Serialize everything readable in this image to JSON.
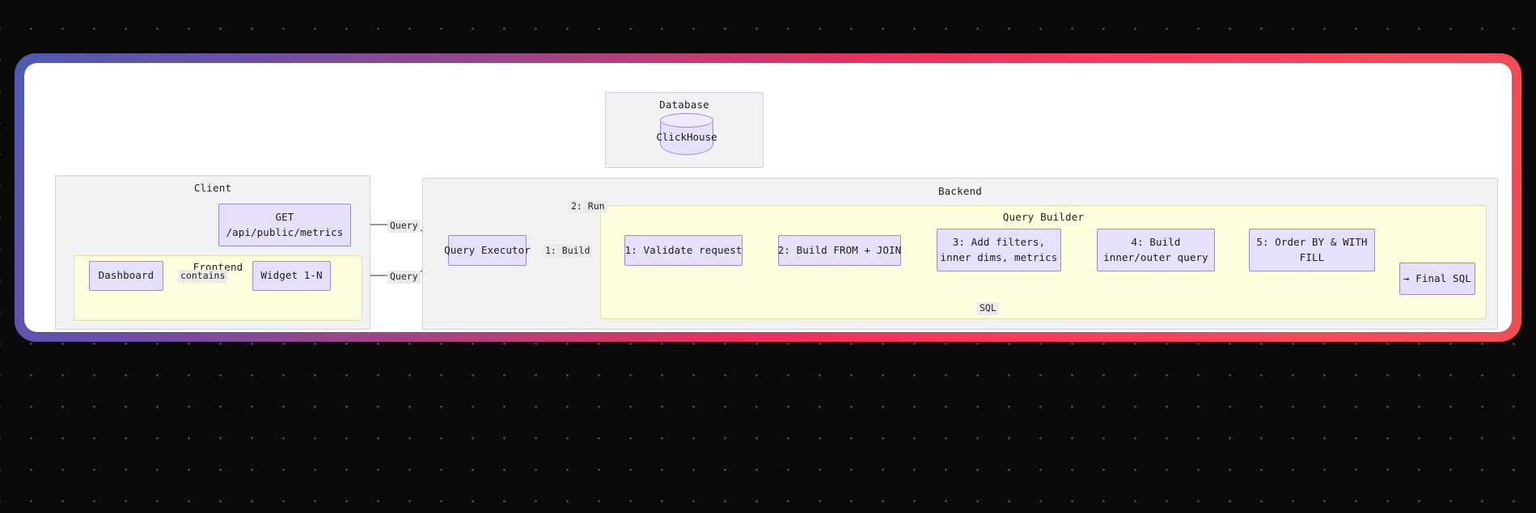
{
  "canvas": {
    "background_color": "#0a0a0a",
    "dot_color": "#6b6b6b",
    "card_background": "#ffffff",
    "gradient_from": "#4f5bb0",
    "gradient_mid": "#e8315f",
    "gradient_to": "#ef4e55"
  },
  "diagram": {
    "type": "flowchart",
    "node_fill": "#e7e0fa",
    "node_stroke": "#9d8ad6",
    "subgraph_grey_fill": "#f1f2f4",
    "subgraph_yellow_fill": "#fefdde"
  },
  "subgraphs": {
    "client": {
      "title": "Client"
    },
    "frontend": {
      "title": "Frontend"
    },
    "database": {
      "title": "Database"
    },
    "backend": {
      "title": "Backend"
    },
    "query_builder": {
      "title": "Query Builder"
    }
  },
  "nodes": {
    "api_endpoint": {
      "line1": "GET",
      "line2": "/api/public/metrics"
    },
    "dashboard": {
      "label": "Dashboard"
    },
    "widget": {
      "label": "Widget 1-N"
    },
    "clickhouse": {
      "label": "ClickHouse"
    },
    "query_executor": {
      "label": "Query Executor"
    },
    "step1": {
      "label": "1: Validate request"
    },
    "step2": {
      "label": "2: Build FROM + JOIN"
    },
    "step3": {
      "line1": "3: Add filters,",
      "line2": "inner dims, metrics"
    },
    "step4": {
      "line1": "4: Build",
      "line2": "inner/outer query"
    },
    "step5": {
      "line1": "5: Order BY & WITH",
      "line2": "FILL"
    },
    "final_sql": {
      "label": "→ Final SQL"
    }
  },
  "edge_labels": {
    "contains": "contains",
    "query_top": "Query",
    "query_bottom": "Query",
    "build": "1: Build",
    "run": "2: Run",
    "sql": "SQL"
  }
}
